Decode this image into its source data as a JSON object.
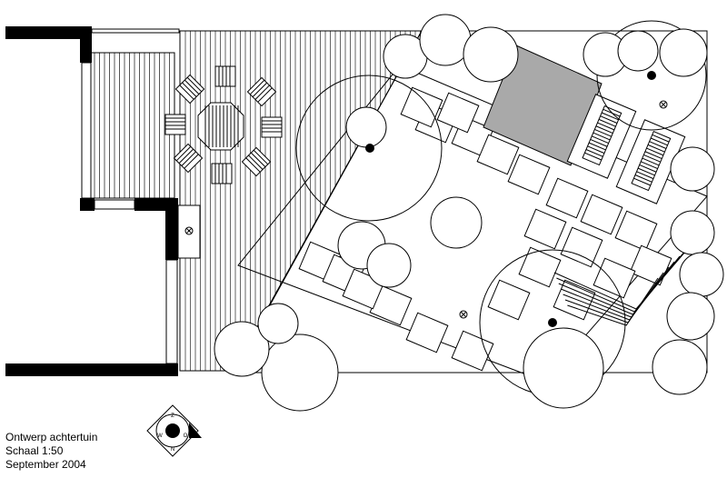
{
  "title_block": {
    "title": "Ontwerp achtertuin",
    "scale": "Schaal 1:50",
    "date": "September 2004"
  },
  "compass": {
    "letters": [
      "Z",
      "O",
      "N",
      "W"
    ]
  },
  "colors": {
    "line": "#000000",
    "wall": "#000000",
    "shed_fill": "#a9a9a9",
    "background": "#ffffff",
    "deck_line": "#8a8a8a"
  }
}
